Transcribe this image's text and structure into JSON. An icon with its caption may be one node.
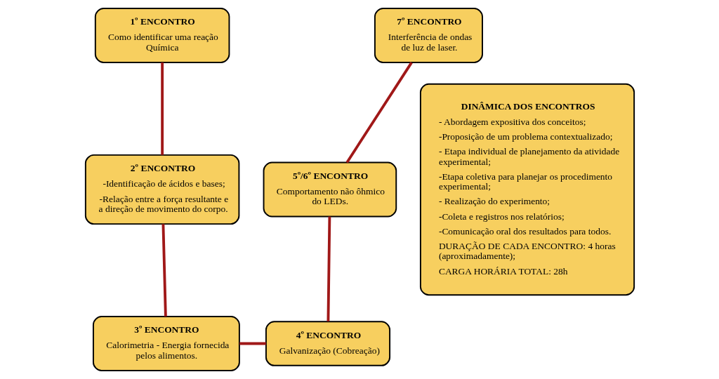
{
  "diagram": {
    "nodes": [
      {
        "text": [
          "1º ENCONTRO",
          "Como identificar uma reação Química"
        ]
      },
      {
        "text": [
          "2º ENCONTRO",
          "-Identificação de ácidos e bases;",
          "-Relação entre a força resultante e a direção de movimento do corpo."
        ]
      },
      {
        "text": [
          "3º ENCONTRO",
          "Calorimetria - Energia fornecida pelos alimentos."
        ]
      },
      {
        "text": [
          "4º ENCONTRO",
          "Galvanização (Cobreação)"
        ]
      },
      {
        "text": [
          "5º/6º ENCONTRO",
          "Comportamento não ôhmico do LEDs."
        ]
      },
      {
        "text": [
          "7º ENCONTRO",
          "Interferência de ondas de luz de laser."
        ]
      },
      {
        "text": [
          "DINÂMICA DOS ENCONTROS",
          "- Abordagem expositiva dos conceitos;",
          "-Proposição de um problema contextualizado;",
          "- Etapa individual de planejamento da atividade experimental;",
          "-Etapa coletiva para planejar os procedimento experimental;",
          "- Realização do experimento;",
          "-Coleta e registros nos relatórios;",
          "-Comunicação oral dos resultados para todos.",
          "DURAÇÃO DE CADA ENCONTRO: 4 horas (aproximadamente);",
          "CARGA HORÁRIA TOTAL: 28h"
        ]
      }
    ],
    "edges": [
      {
        "from": 0,
        "to": 1,
        "arrow": "none"
      },
      {
        "from": 1,
        "to": 2,
        "arrow": "none"
      },
      {
        "from": 2,
        "to": 3,
        "arrow": "none"
      },
      {
        "from": 3,
        "to": 4,
        "arrow": "none"
      },
      {
        "from": 4,
        "to": 5,
        "arrow": "none"
      }
    ]
  }
}
